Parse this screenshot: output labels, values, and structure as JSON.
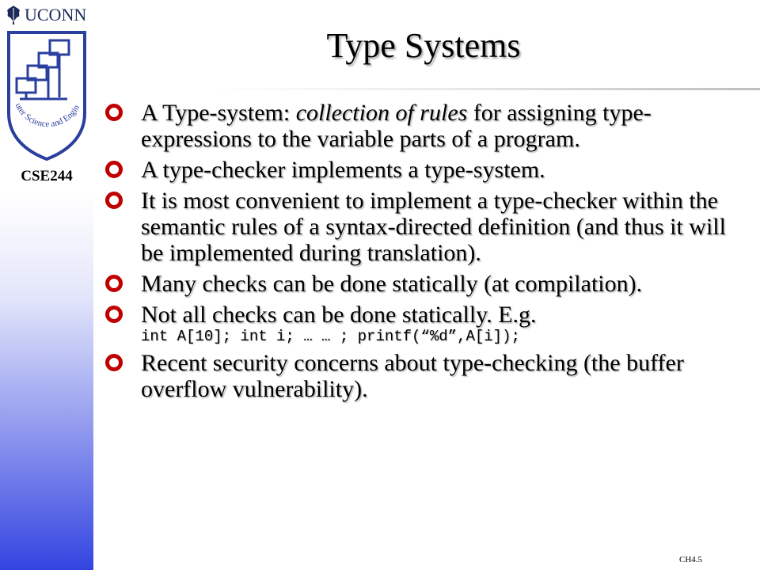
{
  "sidebar": {
    "logo_text": "UCONN",
    "seal_text": "Computer Science and Engineering",
    "course": "CSE244"
  },
  "title": "Type Systems",
  "bullets": [
    {
      "pre": "A Type-system: ",
      "emphasis": "collection of rules",
      "post": " for assigning type-expressions to the variable parts of a program."
    },
    {
      "text": "A type-checker implements a type-system."
    },
    {
      "text": "It is most convenient to implement a type-checker within the semantic rules of a syntax-directed definition (and thus it will be implemented during translation)."
    },
    {
      "text": "Many checks can be done statically (at compilation)."
    },
    {
      "text": "Not all checks can be done statically. E.g.",
      "code": "int A[10]; int i; … … ; printf(“%d”,A[i]);"
    },
    {
      "text": "Recent security concerns about type-checking (the buffer overflow vulnerability)."
    }
  ],
  "footer": {
    "page": "CH4.5"
  },
  "colors": {
    "bullet": "#c00000",
    "sidebar_bottom": "#3344e0",
    "seal": "#2a3f9e"
  }
}
